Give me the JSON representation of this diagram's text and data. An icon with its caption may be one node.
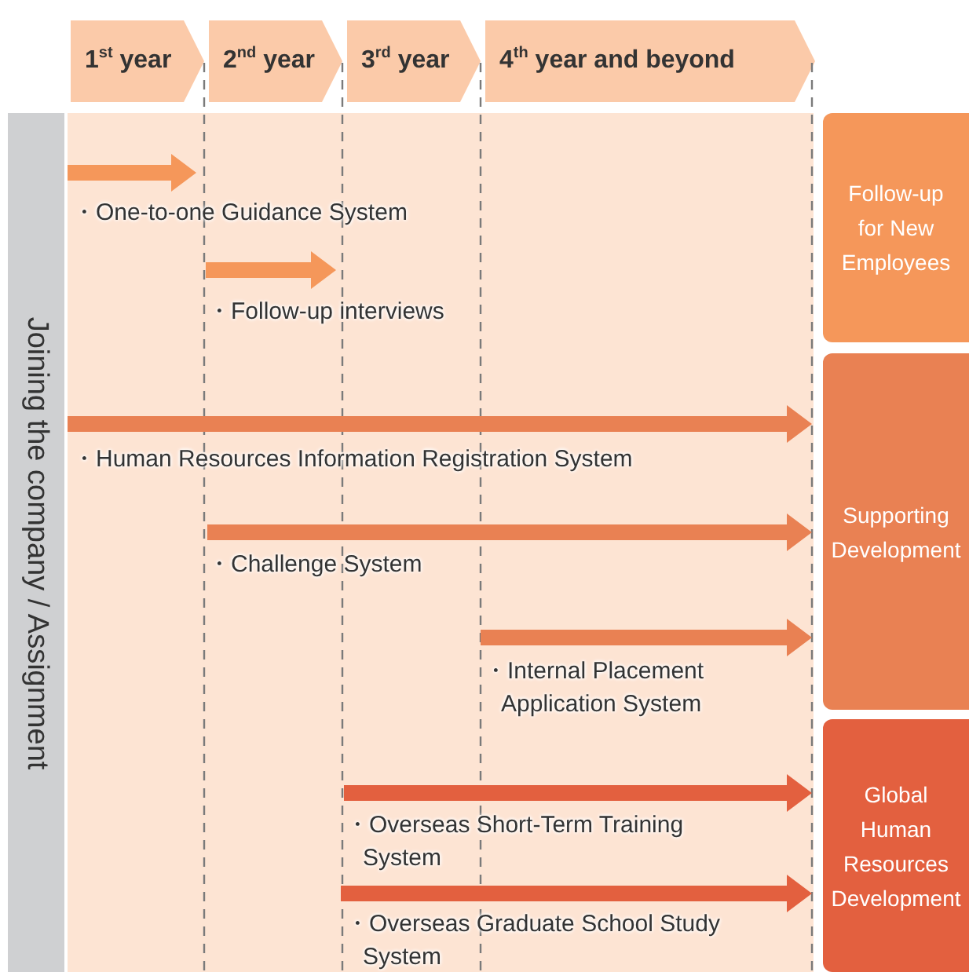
{
  "diagram": {
    "nodes": [
      {
        "text": [
          "1$^{st}$ year"
        ]
      },
      {
        "text": [
          "2$^{nd}$ year"
        ]
      },
      {
        "text": [
          "3$^{rd}$ year"
        ]
      },
      {
        "text": [
          "4$^{th}$ year and beyond"
        ]
      },
      {
        "text": [
          "Joining the company / Assignment"
        ]
      },
      {
        "text": [
          "Follow-up for New Employees"
        ]
      },
      {
        "text": [
          "Supporting Development"
        ]
      },
      {
        "text": [
          "Global Human Resources Development"
        ]
      }
    ],
    "labels": [
      "・One-to-one Guidance System",
      "・Follow-up interviews",
      "・Human Resources Information Registration System",
      "・Challenge System",
      "・Internal Placement Application System",
      "・Overseas Short-Term Training System",
      "・Overseas Graduate School Study System"
    ]
  }
}
